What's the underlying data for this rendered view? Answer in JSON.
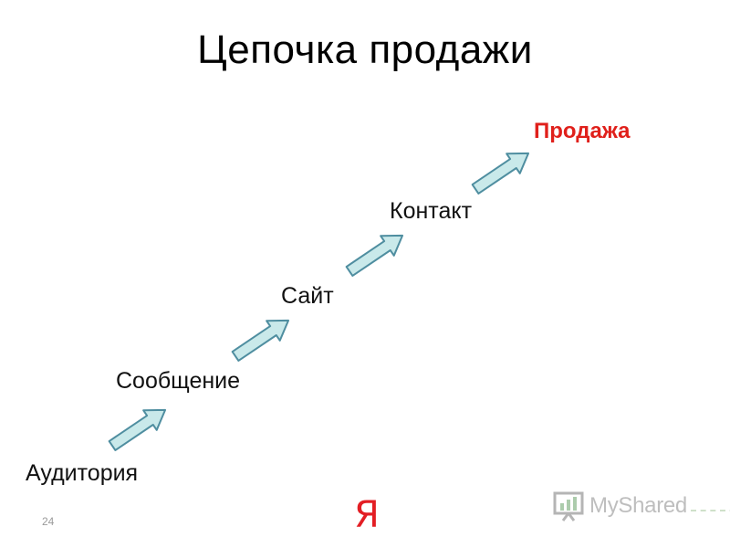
{
  "slide": {
    "title": "Цепочка продажи",
    "page_number": "24"
  },
  "chain": {
    "steps": [
      {
        "label": "Аудитория"
      },
      {
        "label": "Сообщение"
      },
      {
        "label": "Сайт"
      },
      {
        "label": "Контакт"
      },
      {
        "label": "Продажа",
        "highlight": true
      }
    ],
    "arrow_fill": "#c9e9ea",
    "arrow_stroke": "#4f8ea0",
    "highlight_color": "#e0201b"
  },
  "branding": {
    "yandex_mark": "Я",
    "watermark": "MyShared"
  }
}
